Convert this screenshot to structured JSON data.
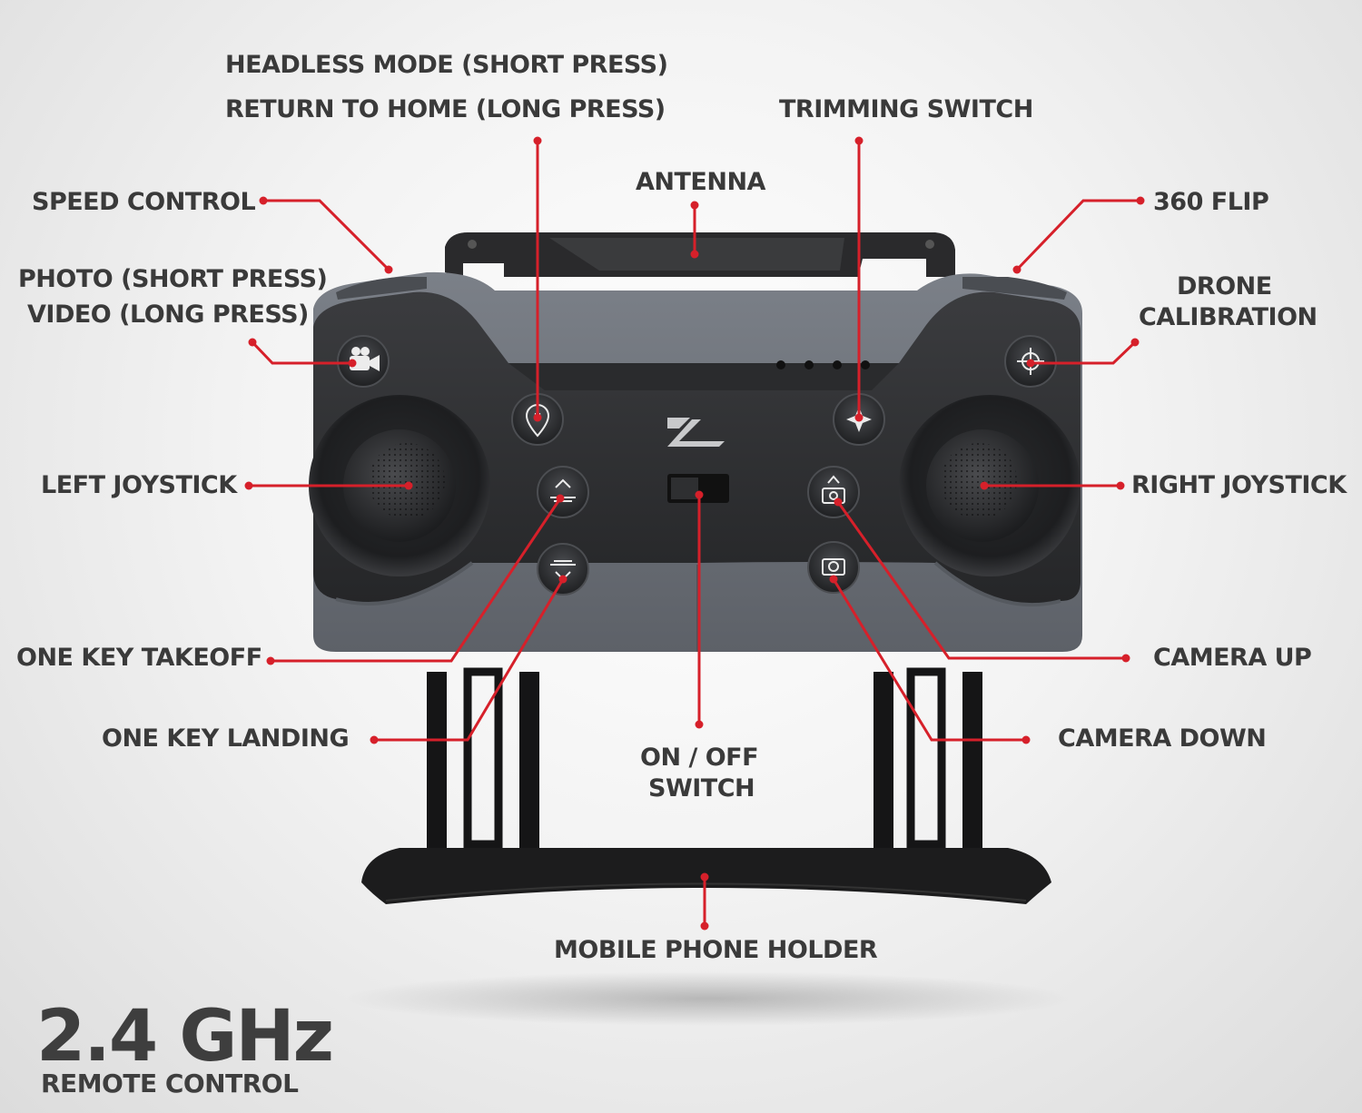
{
  "labels": {
    "headless_mode": "HEADLESS MODE (SHORT PRESS)",
    "return_to_home": "RETURN TO HOME  (LONG PRESS)",
    "trimming_switch": "TRIMMING SWITCH",
    "antenna": "ANTENNA",
    "speed_control": "SPEED CONTROL",
    "flip_360": "360 FLIP",
    "photo_short": "PHOTO (SHORT PRESS)",
    "video_long": "VIDEO (LONG PRESS)",
    "drone_calibration_1": "DRONE",
    "drone_calibration_2": "CALIBRATION",
    "left_joystick": "LEFT JOYSTICK",
    "right_joystick": "RIGHT JOYSTICK",
    "one_key_takeoff": "ONE KEY  TAKEOFF",
    "one_key_landing": "ONE KEY LANDING",
    "camera_up": "CAMERA UP",
    "camera_down": "CAMERA DOWN",
    "on_off_1": "ON / OFF",
    "on_off_2": "SWITCH",
    "mobile_phone_holder": "MOBILE PHONE HOLDER"
  },
  "branding": {
    "frequency": "2.4 GHz",
    "product": "REMOTE CONTROL"
  },
  "colors": {
    "callout": "#d6202a",
    "label_text": "#3a3a3a",
    "body_dark": "#2b2c2e",
    "body_grey": "#6a6e74"
  }
}
